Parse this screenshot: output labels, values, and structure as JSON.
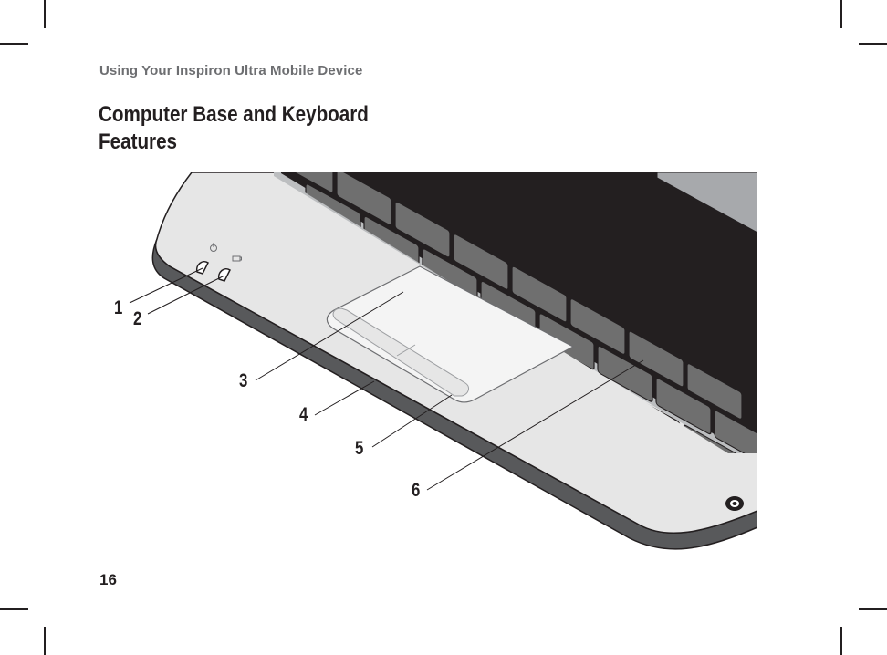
{
  "header": {
    "running_head": "Using Your Inspiron Ultra Mobile Device",
    "section_title_line1": "Computer Base and Keyboard",
    "section_title_line2": "Features"
  },
  "footer": {
    "page_number": "16"
  },
  "illustration": {
    "subject": "computer base and keyboard",
    "icons": {
      "power_light": "power-icon",
      "battery_light": "battery-icon",
      "audio_port": "audio-jack-icon"
    },
    "colors": {
      "palmrest": "#e6e6e6",
      "touchpad": "#f2f2f2",
      "keys": "#6f6f6f",
      "base_edge": "#58595b",
      "outline": "#231f20"
    }
  },
  "callouts": [
    {
      "number": "1",
      "target": "power light"
    },
    {
      "number": "2",
      "target": "battery status light"
    },
    {
      "number": "3",
      "target": "touchpad"
    },
    {
      "number": "4",
      "target": "base edge"
    },
    {
      "number": "5",
      "target": "touchpad buttons"
    },
    {
      "number": "6",
      "target": "keyboard"
    }
  ]
}
